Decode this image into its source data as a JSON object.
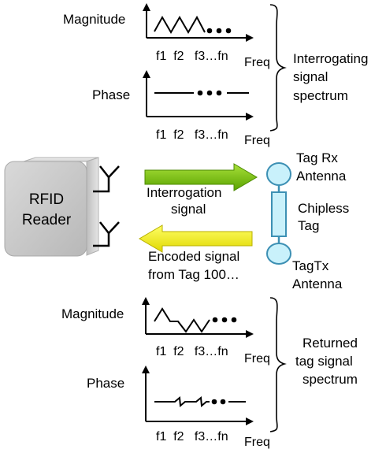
{
  "top_section": {
    "magnitude_label": "Magnitude",
    "phase_label": "Phase",
    "ticks_magnitude": "f1  f2   f3…fn",
    "ticks_phase": "f1  f2   f3…fn",
    "freq_label_magnitude": "Freq",
    "freq_label_phase": "Freq",
    "caption_line1": "Interrogating",
    "caption_line2": "signal",
    "caption_line3": "spectrum"
  },
  "middle_section": {
    "reader_line1": "RFID",
    "reader_line2": "Reader",
    "interrogation_line1": "Interrogation",
    "interrogation_line2": "signal",
    "encoded_line1": "Encoded signal",
    "encoded_line2": "from Tag 100…",
    "tag_rx_line1": "Tag Rx",
    "tag_rx_line2": "Antenna",
    "chipless_line1": "Chipless",
    "chipless_line2": "Tag",
    "tag_tx_line1": "TagTx",
    "tag_tx_line2": "Antenna"
  },
  "bottom_section": {
    "magnitude_label": "Magnitude",
    "phase_label": "Phase",
    "ticks_magnitude": "f1  f2   f3…fn",
    "ticks_phase": "f1  f2   f3…fn",
    "freq_label_magnitude": "Freq",
    "freq_label_phase": "Freq",
    "caption_line1": "Returned",
    "caption_line2": "tag signal",
    "caption_line3": "spectrum"
  },
  "colors": {
    "forward_arrow": "#7cc400",
    "return_arrow": "#f2f200",
    "tag_fill": "#c9f1fb",
    "tag_stroke": "#3d90b4",
    "reader_face": "#c9c9c9"
  }
}
